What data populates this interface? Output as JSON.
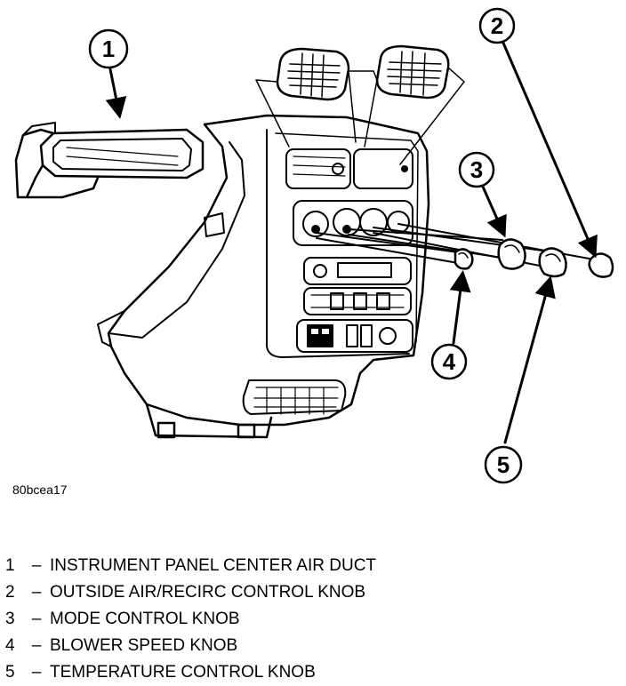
{
  "figure_id": "80bcea17",
  "callouts": [
    {
      "number": "1",
      "name": "callout-1"
    },
    {
      "number": "2",
      "name": "callout-2"
    },
    {
      "number": "3",
      "name": "callout-3"
    },
    {
      "number": "4",
      "name": "callout-4"
    },
    {
      "number": "5",
      "name": "callout-5"
    }
  ],
  "legend": [
    {
      "number": "1",
      "separator": "–",
      "label": "INSTRUMENT PANEL CENTER AIR DUCT"
    },
    {
      "number": "2",
      "separator": "–",
      "label": "OUTSIDE AIR/RECIRC CONTROL KNOB"
    },
    {
      "number": "3",
      "separator": "–",
      "label": "MODE CONTROL KNOB"
    },
    {
      "number": "4",
      "separator": "–",
      "label": "BLOWER SPEED KNOB"
    },
    {
      "number": "5",
      "separator": "–",
      "label": "TEMPERATURE CONTROL KNOB"
    }
  ]
}
